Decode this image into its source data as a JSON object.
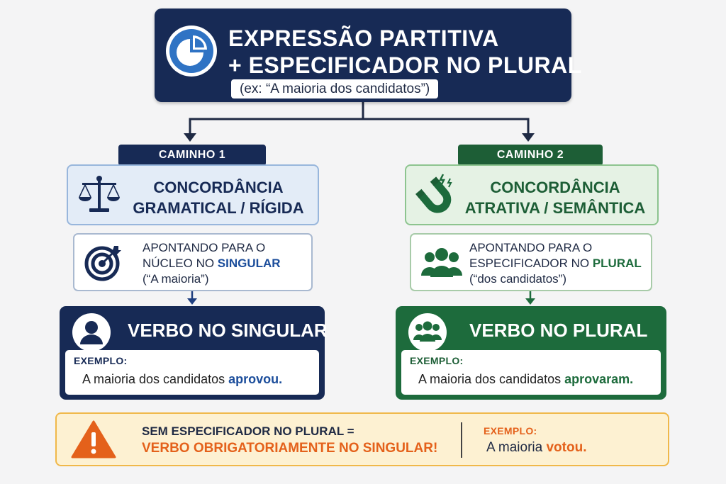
{
  "header": {
    "title_line1": "EXPRESSÃO PARTITIVA",
    "title_line2": "+ ESPECIFICADOR NO PLURAL",
    "subtitle": "(ex: “A maioria dos candidatos”)"
  },
  "path1": {
    "tag": "CAMINHO 1",
    "concordance_line1": "CONCORDÂNCIA",
    "concordance_line2": "GRAMATICAL / RÍGIDA",
    "pointing_line1": "APONTANDO PARA O",
    "pointing_line2_pre": "NÚCLEO NO ",
    "pointing_line2_hl": "SINGULAR",
    "pointing_line3": "(“A maioria”)",
    "verb": "VERBO NO SINGULAR",
    "example_label": "EXEMPLO:",
    "example_text": "A maioria dos candidatos ",
    "example_verb": "aprovou."
  },
  "path2": {
    "tag": "CAMINHO 2",
    "concordance_line1": "CONCORDÂNCIA",
    "concordance_line2": "ATRATIVA / SEMÂNTICA",
    "pointing_line1": "APONTANDO PARA O",
    "pointing_line2_pre": "ESPECIFICADOR NO ",
    "pointing_line2_hl": "PLURAL",
    "pointing_line3": "(“dos candidatos”)",
    "verb": "VERBO NO PLURAL",
    "example_label": "EXEMPLO:",
    "example_text": "A maioria dos candidatos ",
    "example_verb": "aprovaram."
  },
  "warning": {
    "line1": "SEM ESPECIFICADOR NO PLURAL =",
    "line2": "VERBO OBRIGATORIAMENTE NO SINGULAR!",
    "example_label": "EXEMPLO:",
    "example_text": "A maioria ",
    "example_verb": "votou."
  },
  "icons": {
    "header": "pie-chart-icon",
    "path1_concordance": "scale-icon",
    "path2_concordance": "magnet-icon",
    "path1_pointing": "target-icon",
    "path2_pointing": "people-icon",
    "path1_verb": "person-icon",
    "path2_verb": "group-icon",
    "warning": "warning-icon"
  },
  "colors": {
    "navy": "#172a55",
    "green": "#1d6b3c",
    "orange": "#e4611b",
    "warning_bg": "#fdf1d2"
  }
}
